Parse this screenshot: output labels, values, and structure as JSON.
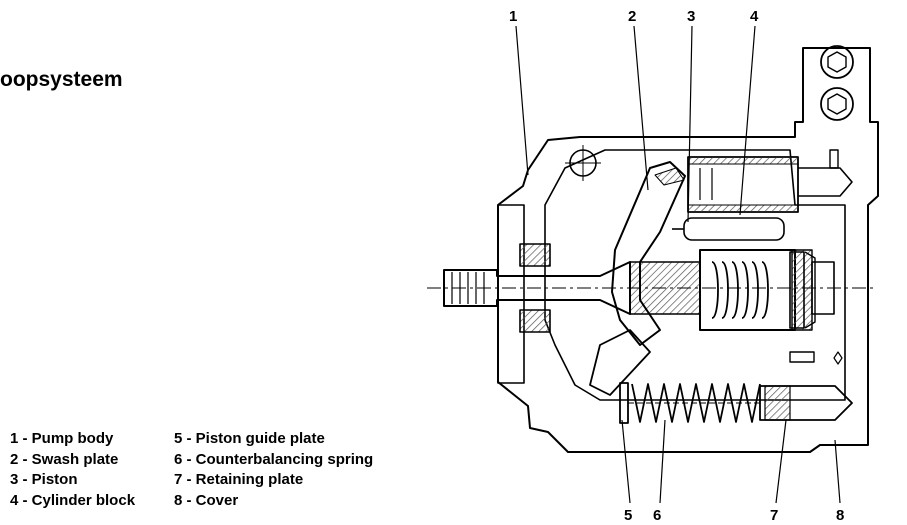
{
  "title": "oopsysteem",
  "legend": [
    {
      "number": "1",
      "label": "1 - Pump body"
    },
    {
      "number": "2",
      "label": "2 - Swash plate"
    },
    {
      "number": "3",
      "label": "3 - Piston"
    },
    {
      "number": "4",
      "label": "4 - Cylinder block"
    },
    {
      "number": "5",
      "label": "5 - Piston guide plate"
    },
    {
      "number": "6",
      "label": "6 - Counterbalancing spring"
    },
    {
      "number": "7",
      "label": "7 - Retaining plate"
    },
    {
      "number": "8",
      "label": "8 - Cover"
    }
  ],
  "callouts": [
    "1",
    "2",
    "3",
    "4",
    "5",
    "6",
    "7",
    "8"
  ],
  "colors": {
    "ink": "#000000",
    "hatch": "#555555",
    "background": "#ffffff"
  }
}
